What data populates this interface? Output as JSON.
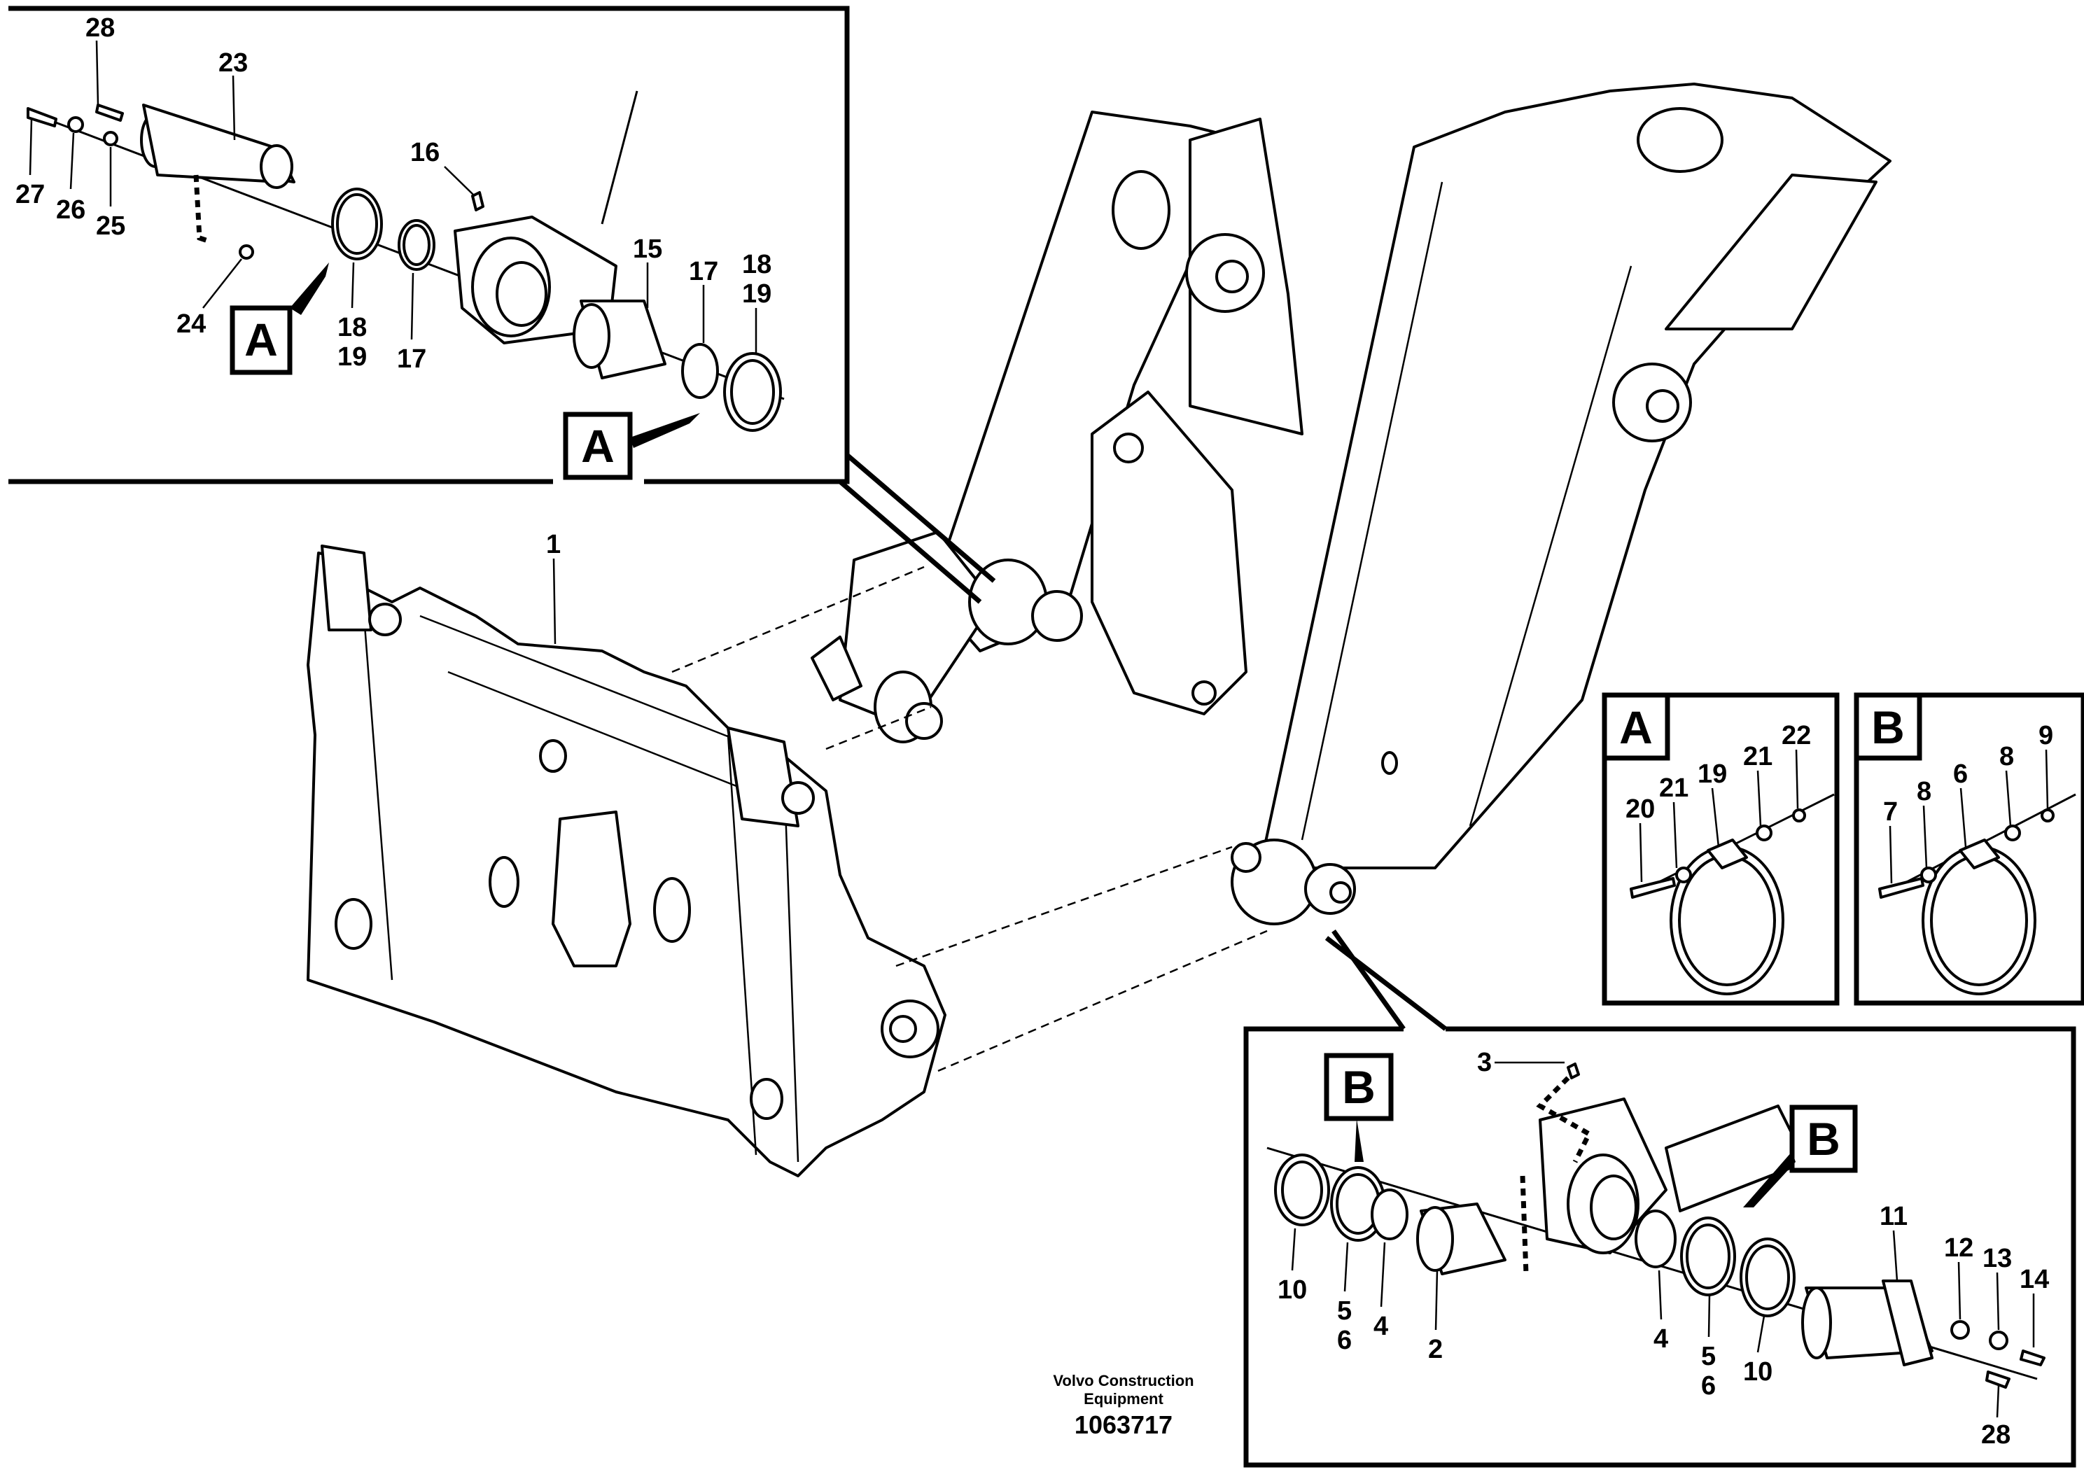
{
  "callouts": {
    "detail_a_top": [
      "28",
      "23",
      "16",
      "15",
      "17",
      "18",
      "19",
      "27",
      "26",
      "25",
      "24",
      "18",
      "19",
      "17"
    ],
    "main": [
      "1"
    ],
    "inset_a": [
      "20",
      "21",
      "19",
      "21",
      "22"
    ],
    "inset_b": [
      "7",
      "8",
      "6",
      "8",
      "9"
    ],
    "detail_b": [
      "3",
      "10",
      "5",
      "6",
      "4",
      "2",
      "11",
      "12",
      "13",
      "14",
      "4",
      "5",
      "6",
      "10",
      "28"
    ]
  },
  "ref_boxes": {
    "a_detail": "A",
    "a_main": "A",
    "a_inset": "A",
    "b_inset": "B",
    "b_left": "B",
    "b_right": "B"
  },
  "footer": {
    "company_line1": "Volvo Construction",
    "company_line2": "Equipment",
    "drawing_number": "1063717"
  }
}
